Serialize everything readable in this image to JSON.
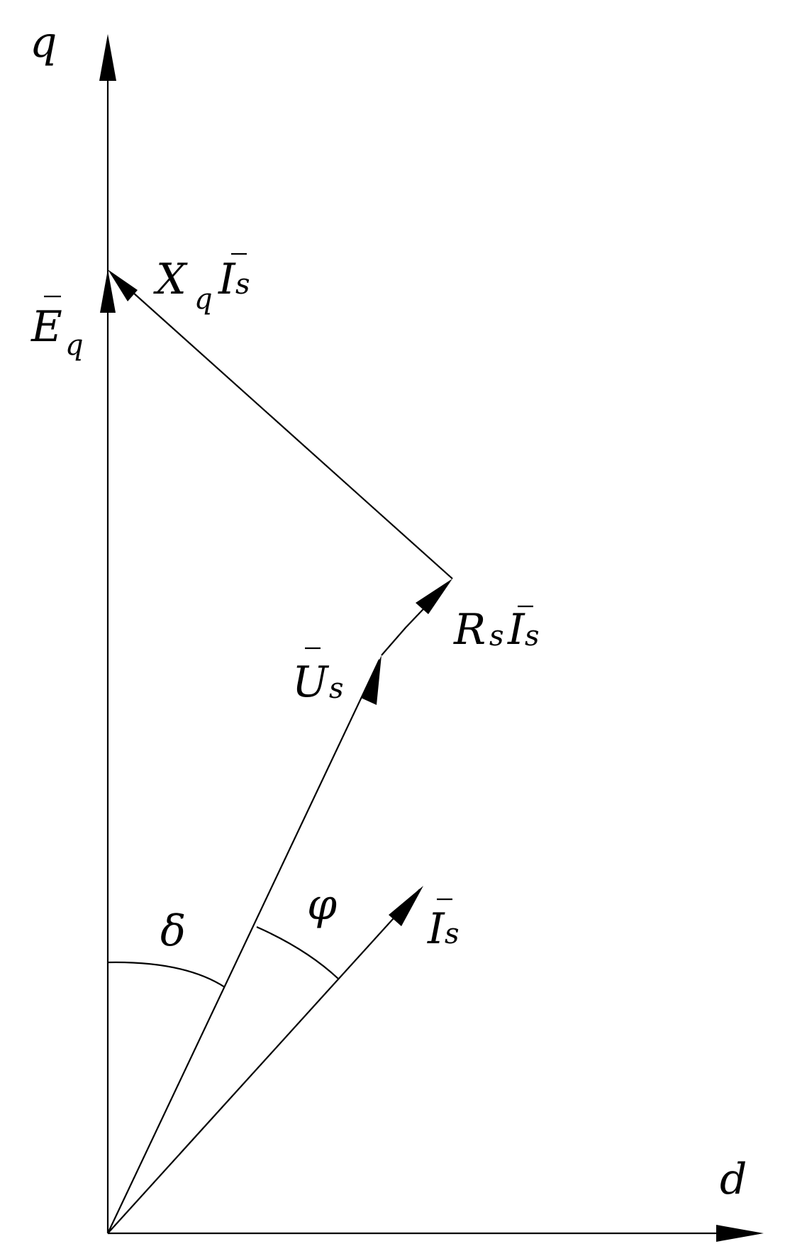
{
  "axes": {
    "q": "q",
    "d": "d"
  },
  "vectors": {
    "Eq": {
      "main": "E",
      "sub": "q"
    },
    "XqIs": {
      "main1": "X",
      "sub1": "q",
      "main2": "I",
      "sub2": "s"
    },
    "RsIs": {
      "main1": "R",
      "sub1": "s",
      "main2": "I",
      "sub2": "s"
    },
    "Us": {
      "main": "U",
      "sub": "s"
    },
    "Is": {
      "main": "I",
      "sub": "s"
    }
  },
  "angles": {
    "delta": "δ",
    "phi": "φ"
  },
  "colors": {
    "ink": "#000000",
    "background": "#ffffff"
  }
}
